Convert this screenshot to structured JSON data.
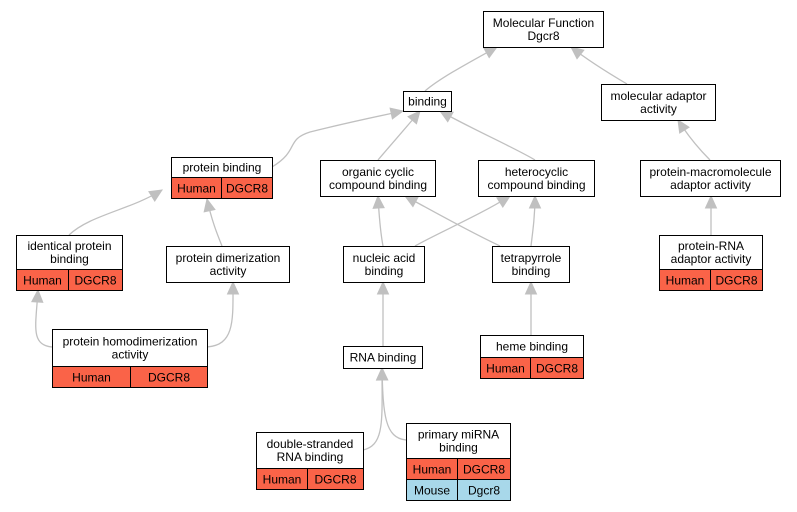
{
  "nodes": [
    {
      "id": "mf",
      "lines": [
        "Molecular Function",
        "Dgcr8"
      ]
    },
    {
      "id": "binding",
      "lines": [
        "binding"
      ]
    },
    {
      "id": "mol-adaptor",
      "lines": [
        "molecular adaptor",
        "activity"
      ]
    },
    {
      "id": "protein-binding",
      "lines": [
        "protein binding"
      ],
      "rows": [
        [
          "Human",
          "DGCR8"
        ]
      ]
    },
    {
      "id": "organic-cyclic",
      "lines": [
        "organic cyclic",
        "compound binding"
      ]
    },
    {
      "id": "heterocyclic",
      "lines": [
        "heterocyclic",
        "compound binding"
      ]
    },
    {
      "id": "protein-macromolecule",
      "lines": [
        "protein-macromolecule",
        "adaptor activity"
      ]
    },
    {
      "id": "identical-protein",
      "lines": [
        "identical protein",
        "binding"
      ],
      "rows": [
        [
          "Human",
          "DGCR8"
        ]
      ]
    },
    {
      "id": "protein-dimerization",
      "lines": [
        "protein dimerization",
        "activity"
      ]
    },
    {
      "id": "nucleic-acid",
      "lines": [
        "nucleic acid",
        "binding"
      ]
    },
    {
      "id": "tetrapyrrole",
      "lines": [
        "tetrapyrrole",
        "binding"
      ]
    },
    {
      "id": "protein-rna-adaptor",
      "lines": [
        "protein-RNA",
        "adaptor activity"
      ],
      "rows": [
        [
          "Human",
          "DGCR8"
        ]
      ]
    },
    {
      "id": "protein-homodimerization",
      "lines": [
        "protein homodimerization",
        "activity"
      ],
      "rows": [
        [
          "Human",
          "DGCR8"
        ]
      ]
    },
    {
      "id": "rna-binding",
      "lines": [
        "RNA binding"
      ]
    },
    {
      "id": "heme-binding",
      "lines": [
        "heme binding"
      ],
      "rows": [
        [
          "Human",
          "DGCR8"
        ]
      ]
    },
    {
      "id": "ds-rna-binding",
      "lines": [
        "double-stranded",
        "RNA binding"
      ],
      "rows": [
        [
          "Human",
          "DGCR8"
        ]
      ]
    },
    {
      "id": "primary-mirna",
      "lines": [
        "primary miRNA",
        "binding"
      ],
      "rows": [
        [
          "Human",
          "DGCR8"
        ],
        [
          "Mouse",
          "Dgcr8"
        ]
      ]
    }
  ],
  "edges": [
    {
      "from": "binding",
      "to": "mf"
    },
    {
      "from": "mol-adaptor",
      "to": "mf"
    },
    {
      "from": "protein-binding",
      "to": "binding"
    },
    {
      "from": "organic-cyclic",
      "to": "binding"
    },
    {
      "from": "heterocyclic",
      "to": "binding"
    },
    {
      "from": "protein-macromolecule",
      "to": "mol-adaptor"
    },
    {
      "from": "identical-protein",
      "to": "protein-binding"
    },
    {
      "from": "protein-dimerization",
      "to": "protein-binding"
    },
    {
      "from": "nucleic-acid",
      "to": "organic-cyclic"
    },
    {
      "from": "nucleic-acid",
      "to": "heterocyclic"
    },
    {
      "from": "tetrapyrrole",
      "to": "organic-cyclic"
    },
    {
      "from": "tetrapyrrole",
      "to": "heterocyclic"
    },
    {
      "from": "protein-rna-adaptor",
      "to": "protein-macromolecule"
    },
    {
      "from": "protein-homodimerization",
      "to": "identical-protein"
    },
    {
      "from": "protein-homodimerization",
      "to": "protein-dimerization"
    },
    {
      "from": "rna-binding",
      "to": "nucleic-acid"
    },
    {
      "from": "heme-binding",
      "to": "tetrapyrrole"
    },
    {
      "from": "ds-rna-binding",
      "to": "rna-binding"
    },
    {
      "from": "primary-mirna",
      "to": "rna-binding"
    }
  ],
  "colors": {
    "human": "#fa6348",
    "mouse": "#a8d8ea",
    "edge": "#c0c0c0"
  }
}
